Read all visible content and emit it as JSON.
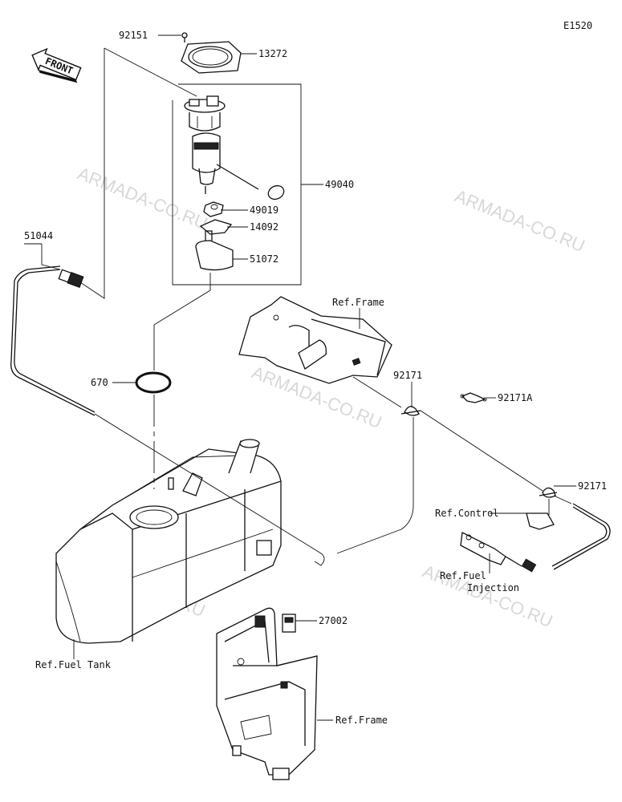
{
  "diagram_code": "E1520",
  "front_label": "FRONT",
  "watermark": "ARMADA-CO.RU",
  "parts": [
    {
      "number": "92151"
    },
    {
      "number": "13272"
    },
    {
      "number": "49040"
    },
    {
      "number": "49019"
    },
    {
      "number": "14092"
    },
    {
      "number": "51072"
    },
    {
      "number": "51044"
    },
    {
      "number": "670"
    },
    {
      "number": "92171"
    },
    {
      "number": "92171A"
    },
    {
      "number": "92171"
    },
    {
      "number": "27002"
    }
  ],
  "references": [
    {
      "text": "Ref.Frame"
    },
    {
      "text": "Ref.Control"
    },
    {
      "text": "Ref.Fuel"
    },
    {
      "text": "Injection"
    },
    {
      "text": "Ref.Fuel Tank"
    },
    {
      "text": "Ref.Frame"
    }
  ]
}
